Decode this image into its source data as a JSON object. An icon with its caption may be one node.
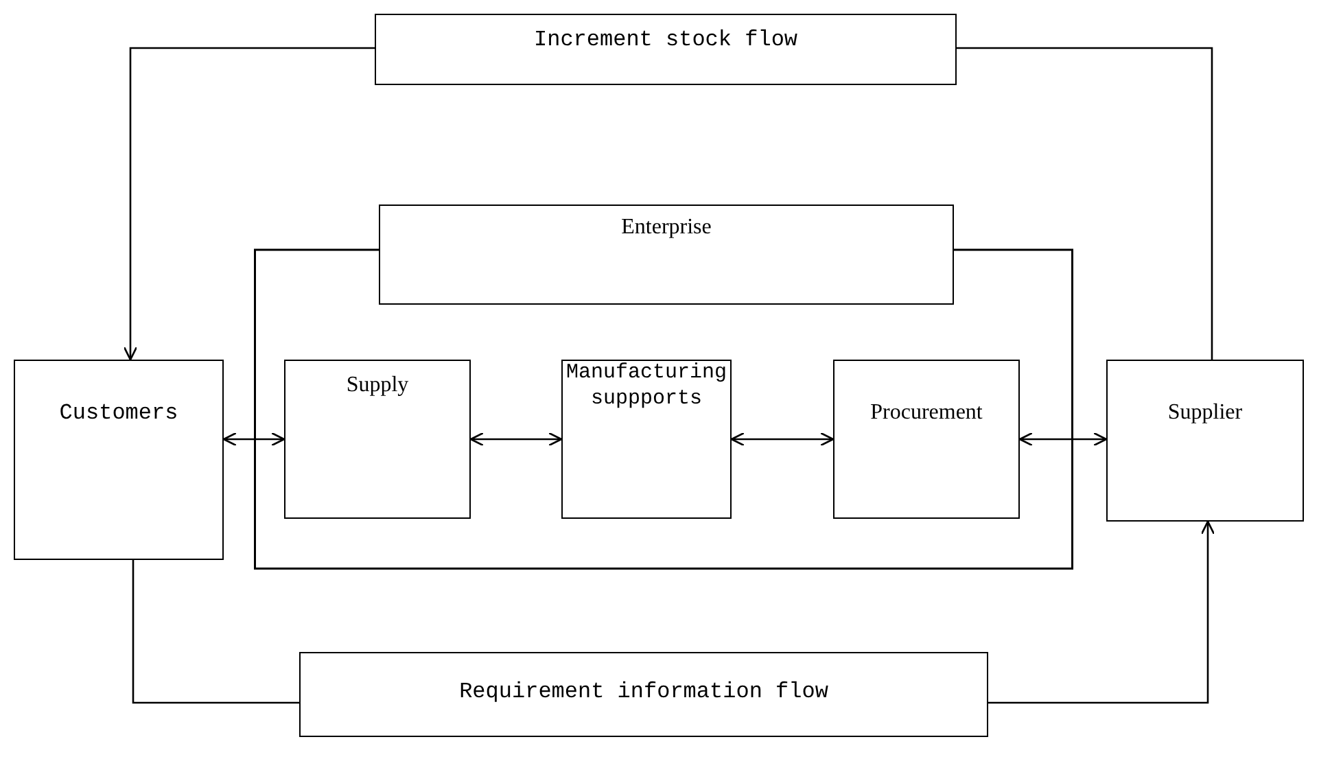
{
  "diagram": {
    "nodes": [
      {
        "text": [
          "Increment stock flow"
        ]
      },
      {
        "text": [
          "Enterprise"
        ]
      },
      {
        "text": [
          "Customers"
        ]
      },
      {
        "text": [
          "Supply"
        ],
        "in": 1
      },
      {
        "text": [
          "Manufacturing suppports"
        ],
        "in": 1
      },
      {
        "text": [
          "Procurement"
        ],
        "in": 1
      },
      {
        "text": [
          "Supplier"
        ]
      },
      {
        "text": [
          "Requirement information flow"
        ]
      }
    ],
    "edges": [
      {
        "from": 6,
        "to": 0,
        "arrow": "none"
      },
      {
        "from": 0,
        "to": 2,
        "arrow": "to"
      },
      {
        "from": 2,
        "to": 7,
        "arrow": "none"
      },
      {
        "from": 7,
        "to": 6,
        "arrow": "to"
      },
      {
        "from": 2,
        "to": 3,
        "arrow": "both"
      },
      {
        "from": 3,
        "to": 4,
        "arrow": "both"
      },
      {
        "from": 4,
        "to": 5,
        "arrow": "both"
      },
      {
        "from": 5,
        "to": 6,
        "arrow": "both"
      }
    ]
  }
}
